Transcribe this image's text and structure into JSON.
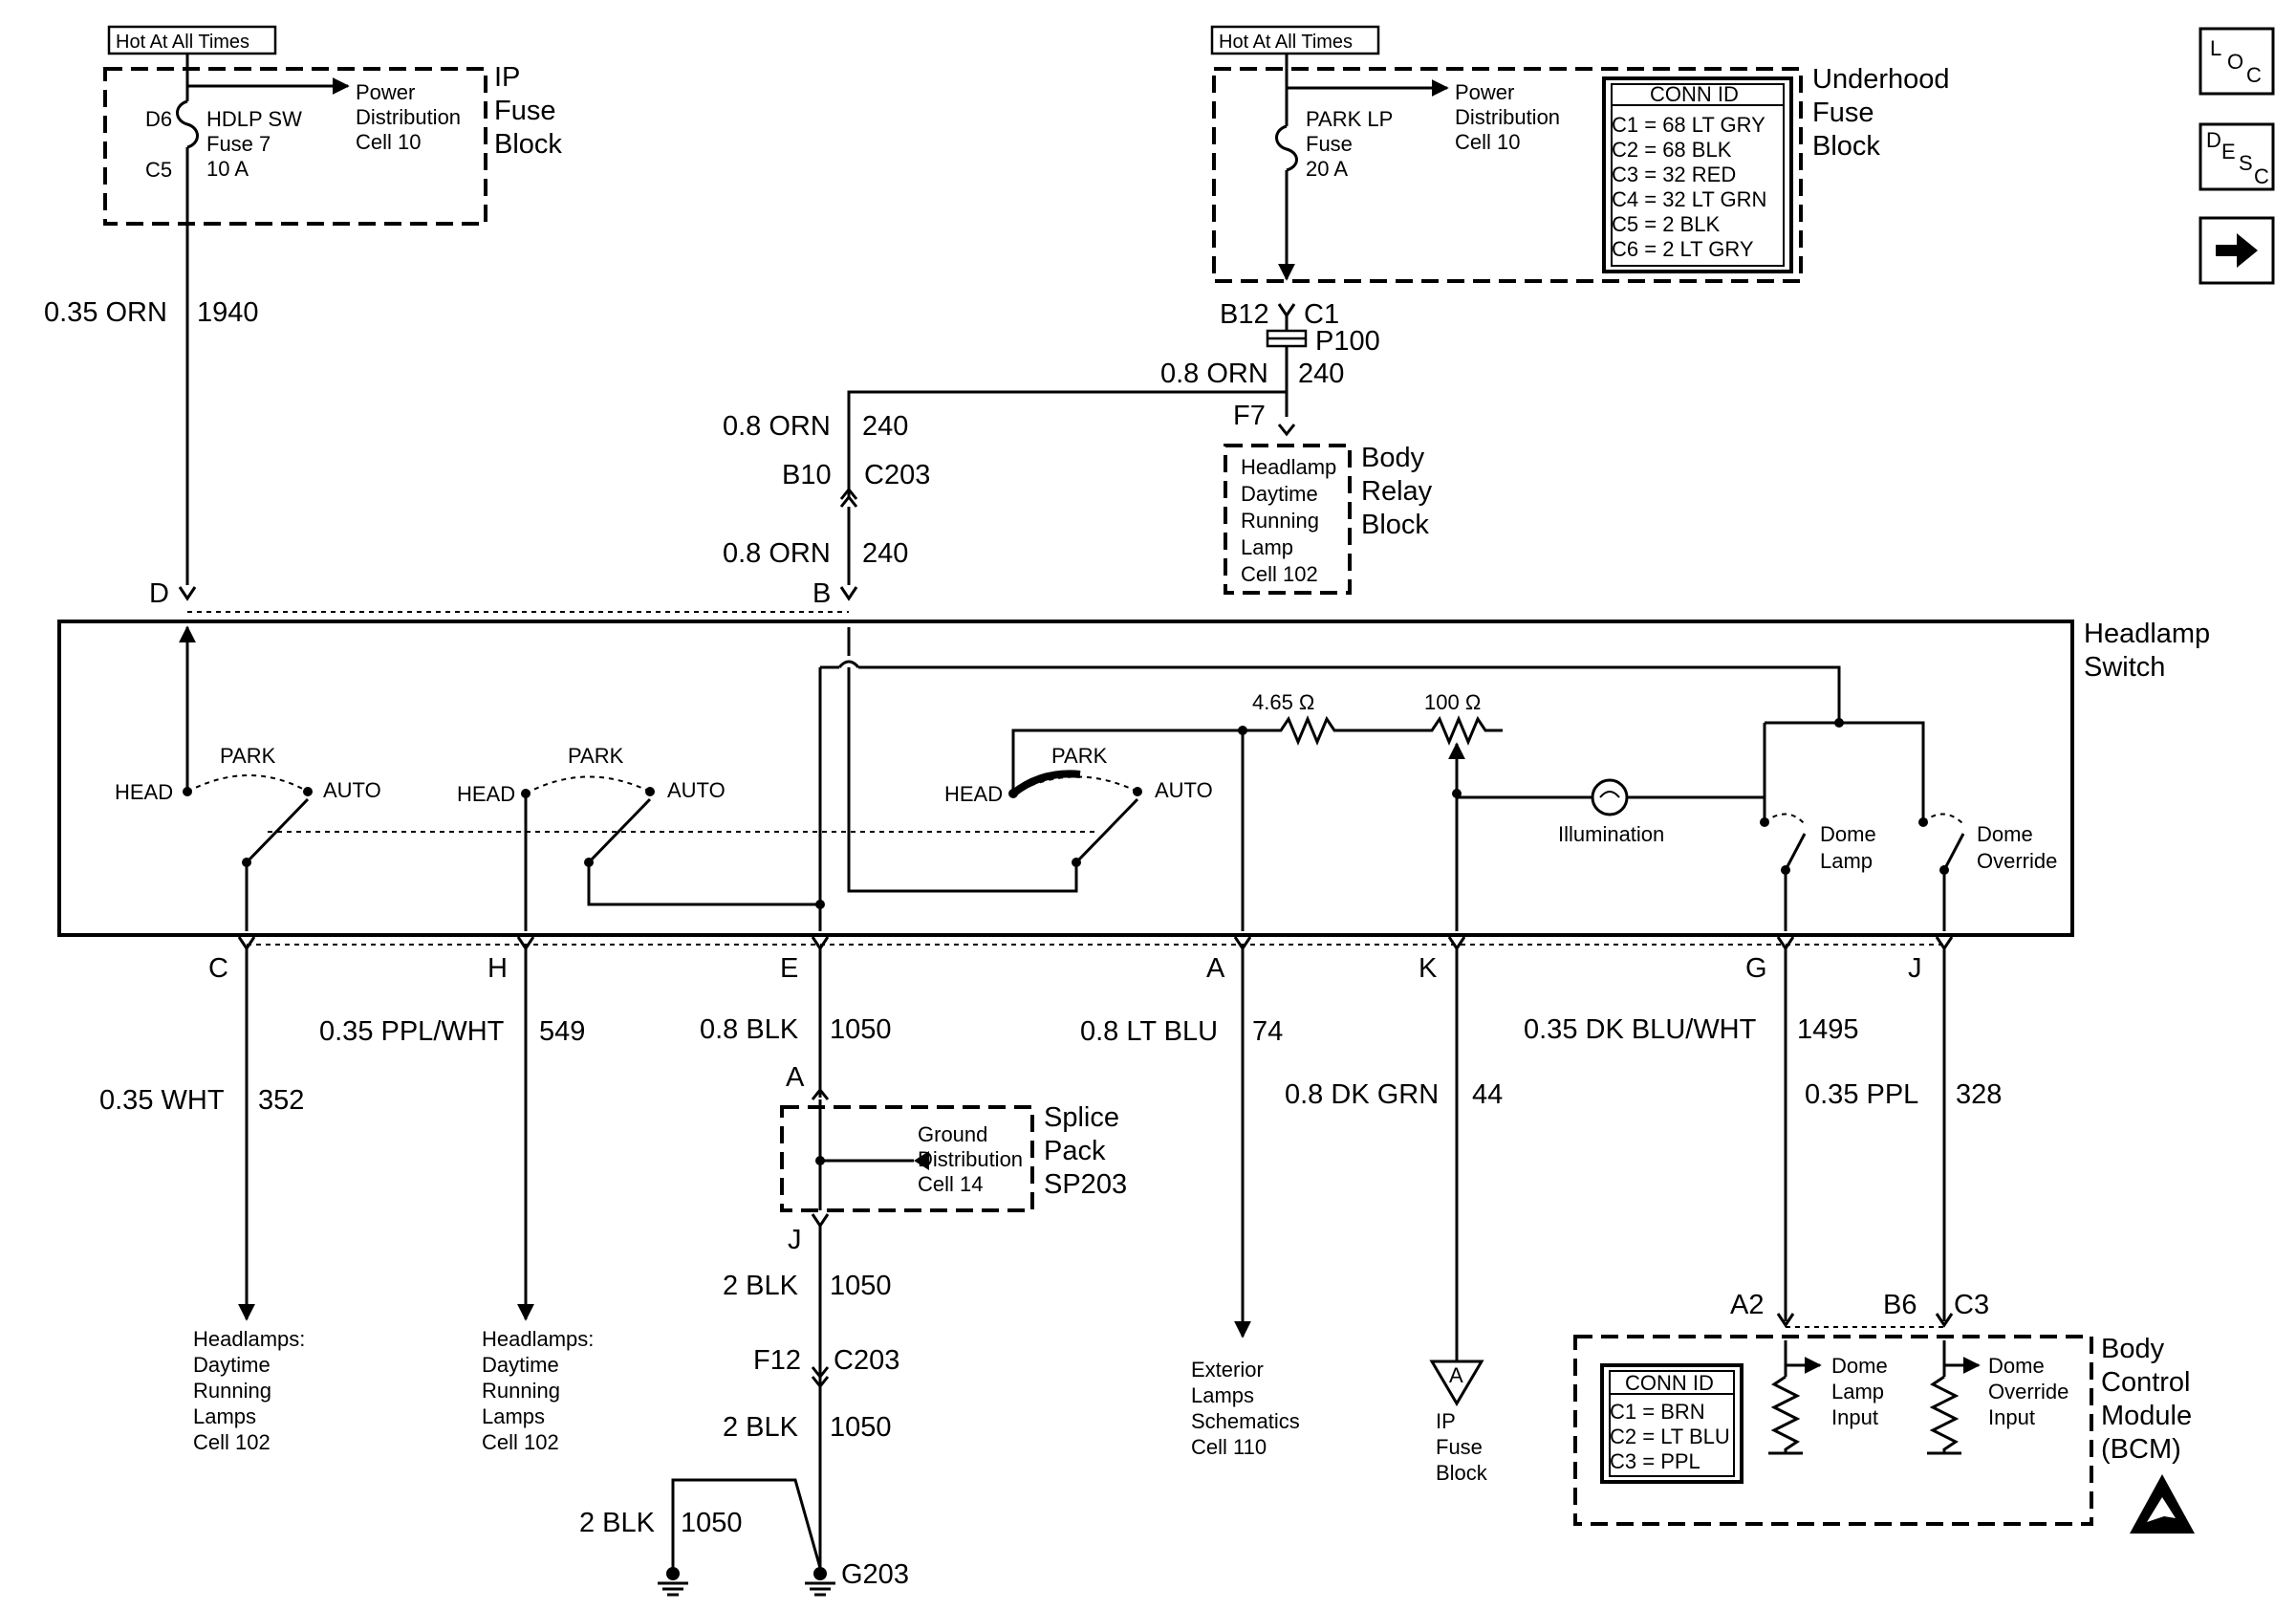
{
  "hot_label": "Hot At All Times",
  "ip_fuse_block": {
    "title_lines": [
      "IP",
      "Fuse",
      "Block"
    ],
    "pin_top": "D6",
    "pin_bottom": "C5",
    "fuse_lines": [
      "HDLP SW",
      "Fuse 7",
      "10 A"
    ],
    "power_lines": [
      "Power",
      "Distribution",
      "Cell 10"
    ]
  },
  "underhood_fuse_block": {
    "title_lines": [
      "Underhood",
      "Fuse",
      "Block"
    ],
    "fuse_lines": [
      "PARK LP",
      "Fuse",
      "20 A"
    ],
    "power_lines": [
      "Power",
      "Distribution",
      "Cell 10"
    ],
    "conn_title": "CONN ID",
    "conn_items": [
      "C1 = 68 LT GRY",
      "C2 = 68 BLK",
      "C3 = 32 RED",
      "C4 = 32 LT GRN",
      "C5 = 2 BLK",
      "C6 = 2 LT GRY"
    ]
  },
  "side_icons": {
    "loc": [
      "L",
      "O",
      "C"
    ],
    "desc": [
      "D",
      "E",
      "S",
      "C"
    ],
    "next": "→"
  },
  "connectors": {
    "b12": "B12",
    "c1": "C1",
    "p100": "P100",
    "f7": "F7",
    "b10": "B10",
    "c203_top": "C203",
    "f12": "F12",
    "c203_bot": "C203",
    "splice_a": "A",
    "splice_j": "J"
  },
  "body_relay_block": {
    "title_lines": [
      "Body",
      "Relay",
      "Block"
    ],
    "cell_lines": [
      "Headlamp",
      "Daytime",
      "Running",
      "Lamp",
      "Cell 102"
    ]
  },
  "wires": {
    "w1940": {
      "color": "0.35 ORN",
      "num": "1940"
    },
    "w240a": {
      "color": "0.8 ORN",
      "num": "240"
    },
    "w240b": {
      "color": "0.8 ORN",
      "num": "240"
    },
    "w240c": {
      "color": "0.8 ORN",
      "num": "240"
    },
    "w352": {
      "color": "0.35 WHT",
      "num": "352"
    },
    "w549": {
      "color": "0.35 PPL/WHT",
      "num": "549"
    },
    "w1050a": {
      "color": "0.8 BLK",
      "num": "1050"
    },
    "w74": {
      "color": "0.8 LT BLU",
      "num": "74"
    },
    "w44": {
      "color": "0.8 DK GRN",
      "num": "44"
    },
    "w1495": {
      "color": "0.35 DK BLU/WHT",
      "num": "1495"
    },
    "w328": {
      "color": "0.35 PPL",
      "num": "328"
    },
    "w1050b": {
      "color": "2 BLK",
      "num": "1050"
    },
    "w1050c": {
      "color": "2 BLK",
      "num": "1050"
    },
    "w1050d": {
      "color": "2 BLK",
      "num": "1050"
    }
  },
  "headlamp_switch": {
    "title_lines": [
      "Headlamp",
      "Switch"
    ],
    "top_pins": [
      "D",
      "B"
    ],
    "bottom_pins": [
      "C",
      "H",
      "E",
      "A",
      "K",
      "G",
      "J"
    ],
    "head": "HEAD",
    "park": "PARK",
    "auto": "AUTO",
    "r1": "4.65 Ω",
    "r2": "100 Ω",
    "illumination": "Illumination",
    "dome_lamp": [
      "Dome",
      "Lamp"
    ],
    "dome_override": [
      "Dome",
      "Override"
    ]
  },
  "splice_pack": {
    "title_lines": [
      "Splice",
      "Pack",
      "SP203"
    ],
    "ground_lines": [
      "Ground",
      "Distribution",
      "Cell 14"
    ]
  },
  "destinations": {
    "headlamps1": [
      "Headlamps:",
      "Daytime",
      "Running",
      "Lamps",
      "Cell 102"
    ],
    "headlamps2": [
      "Headlamps:",
      "Daytime",
      "Running",
      "Lamps",
      "Cell 102"
    ],
    "exterior": [
      "Exterior",
      "Lamps",
      "Schematics",
      "Cell 110"
    ],
    "ip_fuse": [
      "IP",
      "Fuse",
      "Block"
    ],
    "ip_ref": "A"
  },
  "ground": {
    "g203": "G203"
  },
  "bcm": {
    "title_lines": [
      "Body",
      "Control",
      "Module",
      "(BCM)"
    ],
    "pins": [
      "A2",
      "B6",
      "C3"
    ],
    "conn_title": "CONN ID",
    "conn_items": [
      "C1 = BRN",
      "C2 = LT BLU",
      "C3 = PPL"
    ],
    "dome_lamp_input": [
      "Dome",
      "Lamp",
      "Input"
    ],
    "dome_override_input": [
      "Dome",
      "Override",
      "Input"
    ]
  }
}
